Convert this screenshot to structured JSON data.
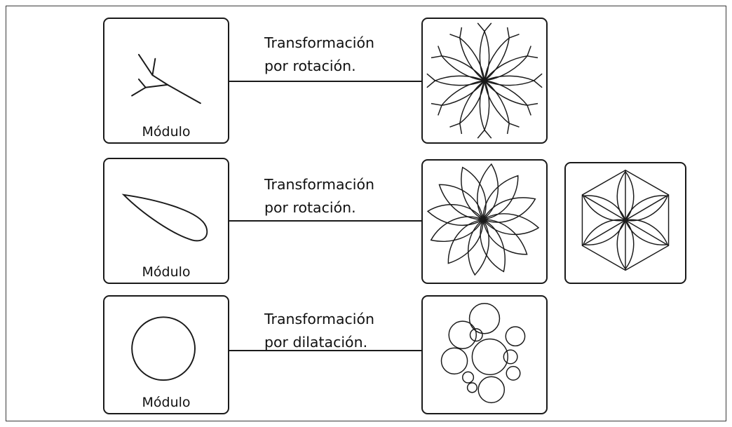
{
  "rows": [
    {
      "module_label": "Módulo",
      "caption": [
        "Transformación",
        "por rotación."
      ],
      "module_icon": "branch-icon",
      "result_icons": [
        "rotated-branch-rosette"
      ]
    },
    {
      "module_label": "Módulo",
      "caption": [
        "Transformación",
        "por rotación."
      ],
      "module_icon": "teardrop-icon",
      "result_icons": [
        "petal-rosette",
        "hexagon-flower"
      ]
    },
    {
      "module_label": "Módulo",
      "caption": [
        "Transformación",
        "por dilatación."
      ],
      "module_icon": "circle-icon",
      "result_icons": [
        "dilated-circles-cluster"
      ]
    }
  ],
  "colors": {
    "stroke": "#1a1a1a",
    "background": "#ffffff",
    "frame": "#3a3a3a"
  }
}
